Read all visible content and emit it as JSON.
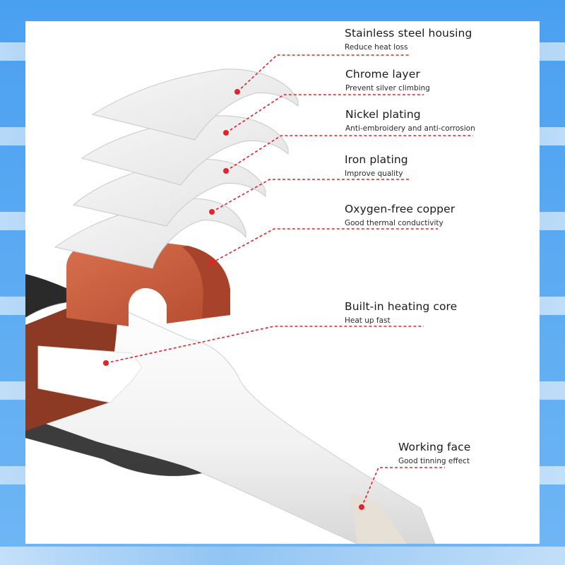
{
  "labels": [
    {
      "title": "Stainless steel housing",
      "subtitle": "Reduce heat loss"
    },
    {
      "title": "Chrome layer",
      "subtitle": "Prevent silver climbing"
    },
    {
      "title": "Nickel plating",
      "subtitle": "Anti-embroidery and anti-corrosion"
    },
    {
      "title": "Iron plating",
      "subtitle": "Improve quality"
    },
    {
      "title": "Oxygen-free copper",
      "subtitle": "Good thermal conductivity"
    },
    {
      "title": "Built-in heating core",
      "subtitle": "Heat up fast"
    },
    {
      "title": "Working face",
      "subtitle": "Good tinning effect"
    }
  ],
  "colors": {
    "leader": "#e0242b",
    "copper": "#c95a3a",
    "copper_dark": "#8a3a22",
    "shell": "#f2f2f2",
    "sky": "#5aaaf2"
  }
}
